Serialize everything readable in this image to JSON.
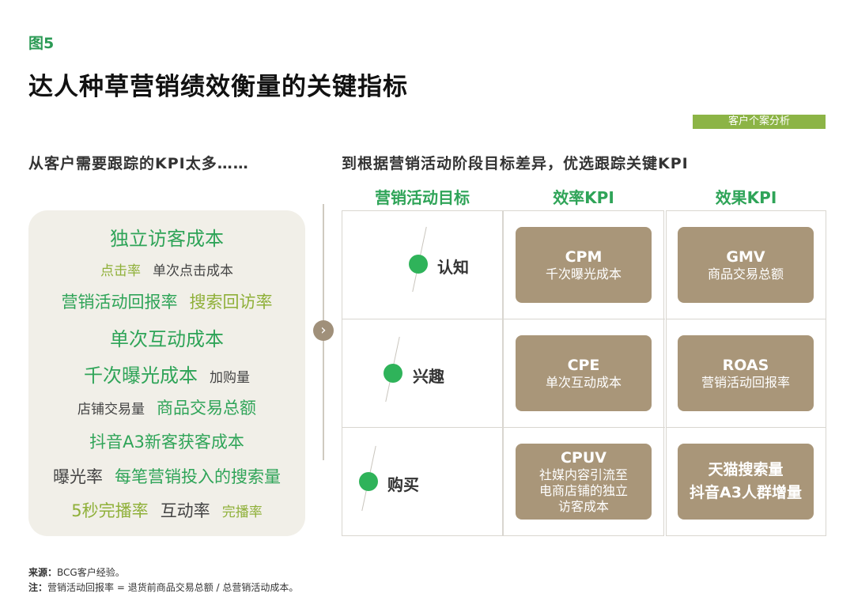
{
  "header": {
    "figure_label": "图5",
    "title": "达人种草营销绩效衡量的关键指标",
    "badge": "客户个案分析"
  },
  "subheads": {
    "left": "从客户需要跟踪的KPI太多……",
    "right": "到根据营销活动阶段目标差异，优选跟踪关键KPI"
  },
  "left_cloud": {
    "row1": [
      "独立访客成本"
    ],
    "row2": [
      "点击率",
      "单次点击成本"
    ],
    "row3": [
      "营销活动回报率",
      "搜索回访率"
    ],
    "row4": [
      "单次互动成本"
    ],
    "row5": [
      "千次曝光成本",
      "加购量"
    ],
    "row6": [
      "店铺交易量",
      "商品交易总额"
    ],
    "row7": [
      "抖音A3新客获客成本"
    ],
    "row8": [
      "曝光率",
      "每笔营销投入的搜索量"
    ],
    "row9": [
      "5秒完播率",
      "互动率",
      "完播率"
    ]
  },
  "columns": {
    "goal": "营销活动目标",
    "efficiency": "效率KPI",
    "result": "效果KPI"
  },
  "stages": [
    "认知",
    "兴趣",
    "购买"
  ],
  "efficiency_cards": [
    {
      "title": "CPM",
      "desc": "千次曝光成本"
    },
    {
      "title": "CPE",
      "desc": "单次互动成本"
    },
    {
      "title": "CPUV",
      "desc1": "社媒内容引流至",
      "desc2": "电商店铺的独立",
      "desc3": "访客成本"
    }
  ],
  "result_cards": [
    {
      "title": "GMV",
      "desc": "商品交易总额"
    },
    {
      "title": "ROAS",
      "desc": "营销活动回报率"
    },
    {
      "line1": "天猫搜索量",
      "line2": "抖音A3人群增量"
    }
  ],
  "footer": {
    "source_label": "来源：",
    "source_text": "BCG客户经验。",
    "note_label": "注：",
    "note_text": "营销活动回报率 = 退货前商品交易总额 / 总营销活动成本。"
  },
  "colors": {
    "green_primary": "#2fa458",
    "green_light": "#8fb039",
    "card_brown": "#a99679",
    "badge_green": "#8cb446"
  }
}
